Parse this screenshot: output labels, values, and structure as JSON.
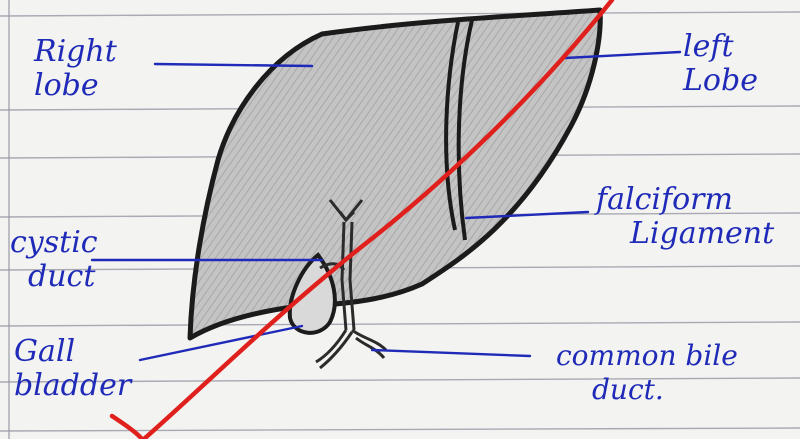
{
  "labels": {
    "right_lobe": [
      "Right",
      "lobe"
    ],
    "left_lobe": [
      "left",
      "Lobe"
    ],
    "falciform": [
      "falciform",
      "Ligament"
    ],
    "cystic_duct": [
      "cystic",
      "duct"
    ],
    "gall_bladder": [
      "Gall",
      "bladder"
    ],
    "common_bile_duct": [
      "common bile",
      "duct."
    ]
  },
  "colors": {
    "paper": "#f3f3f1",
    "rule_line": "#a9a9b3",
    "ink_blue": "#1f2bb8",
    "pencil": "#1b1b1b",
    "shading": "#bdbdbd",
    "correction_mark": "#e0201c"
  }
}
